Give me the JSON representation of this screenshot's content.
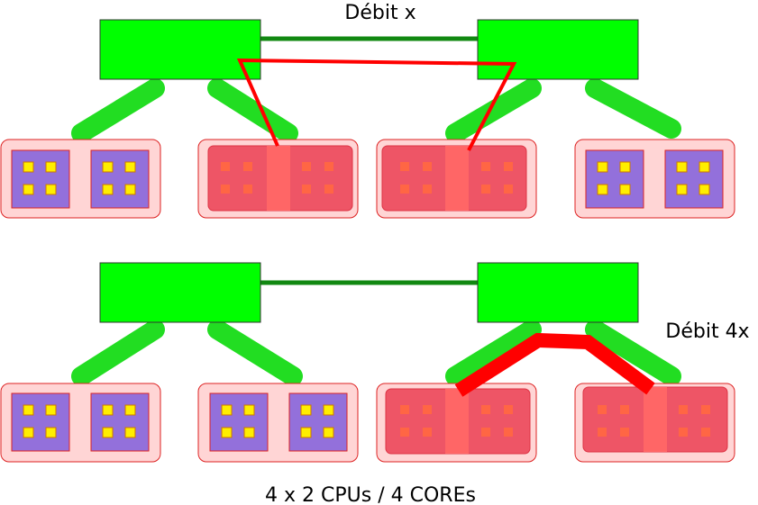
{
  "labels": {
    "top_rate": "Débit x",
    "bottom_rate": "Débit 4x",
    "caption": "4 x 2 CPUs / 4 COREs"
  },
  "colors": {
    "switch": "#00ff00",
    "link": "#22dd22",
    "trunk": "#118811",
    "node_bg": "#ffd5d5",
    "node_border": "#dd2222",
    "cpu": "#9370db",
    "core": "#ffee00",
    "highlight": "#ff0000"
  },
  "diagrams": [
    {
      "name": "top",
      "highlighted_nodes": [
        1,
        2
      ],
      "cpus_per_node": 2,
      "cores_per_cpu": 4
    },
    {
      "name": "bottom",
      "highlighted_nodes": [
        2,
        3
      ],
      "cpus_per_node": 2,
      "cores_per_cpu": 4
    }
  ]
}
